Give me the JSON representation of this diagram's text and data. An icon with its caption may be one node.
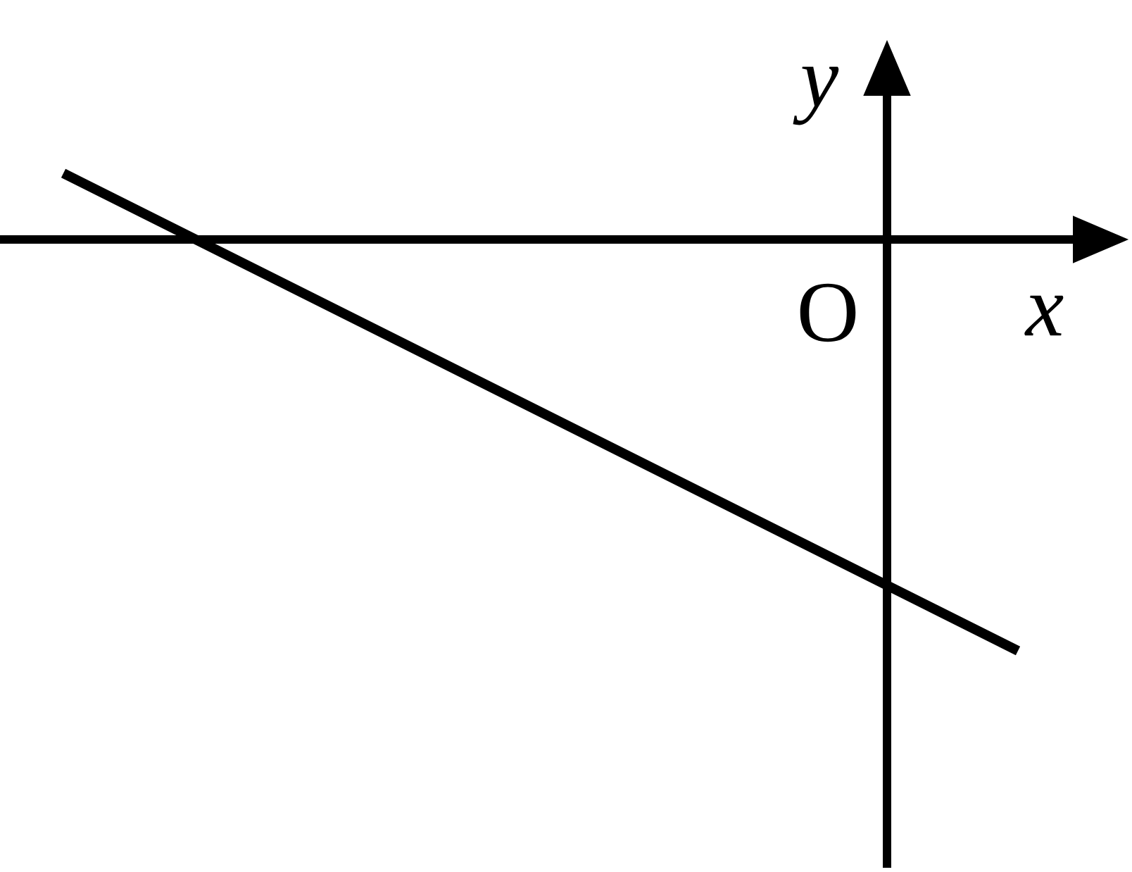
{
  "diagram": {
    "labels": [
      "*y*",
      "O",
      "*x*"
    ]
  }
}
